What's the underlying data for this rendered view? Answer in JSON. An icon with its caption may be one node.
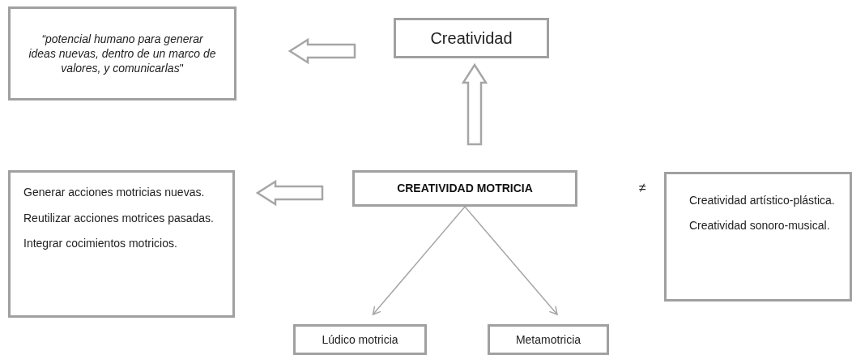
{
  "diagram": {
    "nodes": [
      {
        "text": [
          "*“potencial  humano para generar ideas nuevas, dentro de un marco de valores, y comunicarlas*\""
        ]
      },
      {
        "text": [
          "Creatividad"
        ]
      },
      {
        "text": [
          "Generar acciones motricias nuevas.",
          "Reutilizar acciones motrices pasadas.",
          "Integrar cocimientos motricios."
        ]
      },
      {
        "text": [
          "CREATIVIDAD MOTRICIA"
        ]
      },
      {
        "text": [
          "Creatividad artístico-plástica.",
          "Creatividad sonoro-musical."
        ]
      },
      {
        "text": [
          "Lúdico motricia"
        ]
      },
      {
        "text": [
          "Metamotricia"
        ]
      }
    ],
    "edges": [
      {
        "from": 1,
        "to": 0,
        "arrow": "to",
        "style": "thick"
      },
      {
        "from": 3,
        "to": 1,
        "arrow": "to",
        "style": "thick"
      },
      {
        "from": 3,
        "to": 2,
        "arrow": "to",
        "style": "thick"
      },
      {
        "from": 3,
        "to": 5,
        "arrow": "to"
      },
      {
        "from": 3,
        "to": 6,
        "arrow": "to"
      }
    ],
    "labels": [
      "≠"
    ]
  }
}
